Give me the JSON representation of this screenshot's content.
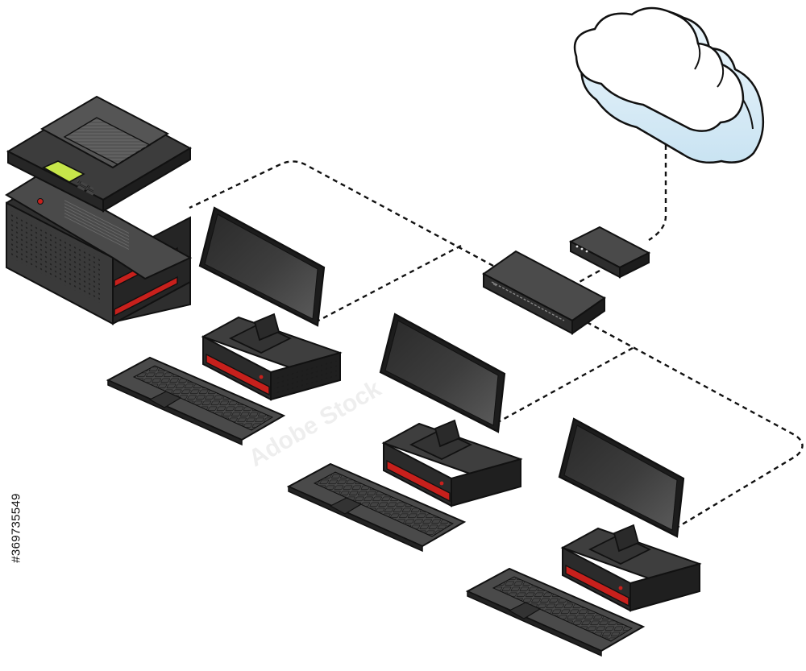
{
  "diagram": {
    "nodes": [
      {
        "id": "cloud",
        "kind": "cloud",
        "icon": "cloud-icon"
      },
      {
        "id": "modem",
        "kind": "modem",
        "icon": "modem-icon"
      },
      {
        "id": "switch",
        "kind": "network-switch",
        "icon": "switch-icon"
      },
      {
        "id": "printer",
        "kind": "multifunction-printer",
        "icon": "printer-icon"
      },
      {
        "id": "pc1",
        "kind": "desktop-computer",
        "icon": "desktop-computer-icon"
      },
      {
        "id": "pc2",
        "kind": "desktop-computer",
        "icon": "desktop-computer-icon"
      },
      {
        "id": "pc3",
        "kind": "desktop-computer",
        "icon": "desktop-computer-icon"
      }
    ],
    "edges": [
      {
        "from": "cloud",
        "to": "modem",
        "style": "dashed"
      },
      {
        "from": "modem",
        "to": "switch",
        "style": "dashed"
      },
      {
        "from": "switch",
        "to": "printer",
        "style": "dashed"
      },
      {
        "from": "switch",
        "to": "pc1",
        "style": "dashed"
      },
      {
        "from": "switch",
        "to": "pc2",
        "style": "dashed"
      },
      {
        "from": "switch",
        "to": "pc3",
        "style": "dashed"
      }
    ]
  },
  "watermark": {
    "text": "Adobe Stock"
  },
  "stock_id": "#369735549",
  "colors": {
    "device_dark": "#3a3a3a",
    "accent_red": "#c8201c",
    "cloud_fill": "#ffffff",
    "cloud_shade": "#d8ebf5",
    "printer_screen": "#c7e64a"
  }
}
